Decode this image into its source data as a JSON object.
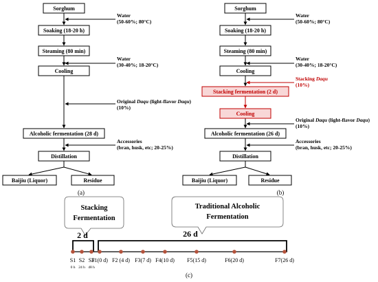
{
  "panel_a": {
    "boxes": {
      "sorghum": "Sorghum",
      "soaking": "Soaking (18-20 h)",
      "steaming": "Steaming (80 min)",
      "cooling": "Cooling",
      "fermentation": "Alcoholic fermentation (28 d)",
      "distillation": "Distillation",
      "baijiu": "Baijiu (Liquor)",
      "residue": "Residue"
    },
    "inputs": {
      "water1_label": "Water",
      "water1_detail": "(50-60%; 80°C)",
      "water2_label": "Water",
      "water2_detail": "(30-40%; 18-20°C)",
      "daqu_prefix": "Original ",
      "daqu_word": "Daqu",
      "daqu_mid": " (light-flavor ",
      "daqu_word2": "Daqu",
      "daqu_suffix": ")",
      "daqu_pct": "(10%)",
      "accessories_label": "Accessories",
      "accessories_detail": "(bran, husk, etc; 20-25%)"
    },
    "caption": "(a)"
  },
  "panel_b": {
    "boxes": {
      "sorghum": "Sorghum",
      "soaking": "Soaking (18-20 h)",
      "steaming": "Steaming (80 min)",
      "cooling1": "Cooling",
      "stacking": "Stacking fermentation (2 d)",
      "cooling2": "Cooling",
      "fermentation": "Alcoholic fermentation (26 d)",
      "distillation": "Distillation",
      "baijiu": "Baijiu (Liquor)",
      "residue": "Residue"
    },
    "inputs": {
      "water1_label": "Water",
      "water1_detail": "(50-60%; 80°C)",
      "water2_label": "Water",
      "water2_detail": "(30-40%; 18-20°C)",
      "stacking_prefix": "Stacking ",
      "stacking_word": "Daqu",
      "stacking_pct": "(10%)",
      "daqu_prefix": "Original ",
      "daqu_word": "Daqu",
      "daqu_mid": " (light-flavor ",
      "daqu_word2": "Daqu",
      "daqu_suffix": ")",
      "daqu_pct": "(10%)",
      "accessories_label": "Accessories",
      "accessories_detail": "(bran, husk, etc; 20-25%)"
    },
    "caption": "(b)"
  },
  "panel_c": {
    "stacking_line1": "Stacking",
    "stacking_line2": "Fermentation",
    "traditional_line1": "Traditional Alcoholic",
    "traditional_line2": "Fermentation",
    "brace_short": "2 d",
    "brace_long": "26 d",
    "point_color": "#b5533c",
    "samples_stacking": [
      {
        "label": "S1",
        "time": "0 h"
      },
      {
        "label": "S2",
        "time": "24 h"
      },
      {
        "label": "S3",
        "time": "48 h"
      }
    ],
    "samples_fermentation": [
      {
        "label": "F1(0 d)"
      },
      {
        "label": "F2 (4 d)"
      },
      {
        "label": "F3(7 d)"
      },
      {
        "label": "F4(10 d)"
      },
      {
        "label": "F5(15 d)"
      },
      {
        "label": "F6(20 d)"
      },
      {
        "label": "F7(26 d)"
      }
    ],
    "caption": "(c)"
  },
  "colors": {
    "highlight": "#c00000",
    "highlight_fill": "#f8d7d7"
  }
}
